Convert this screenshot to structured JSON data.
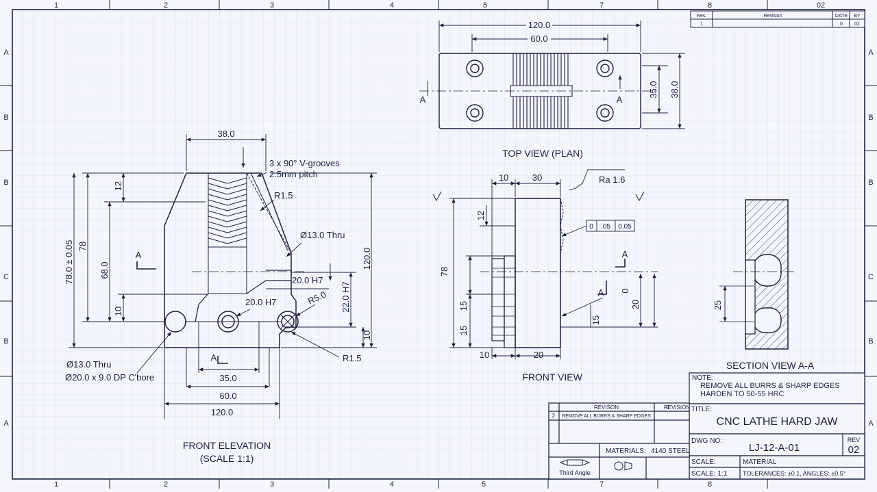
{
  "colors": {
    "paper": "#f4f6fb",
    "grid": "#c9d3e6",
    "ink": "#16213f",
    "hatch": "#3a4a70"
  },
  "border": {
    "top_numbers": [
      "1",
      "2",
      "3",
      "4",
      "5",
      "7",
      "8",
      "02"
    ],
    "bottom_numbers": [
      "1",
      "2",
      "3",
      "4",
      "5",
      "7",
      "8"
    ],
    "left_letters": [
      "A",
      "B",
      "B",
      "C",
      "B",
      "A"
    ],
    "right_letters": [
      "A",
      "B",
      "B",
      "C",
      "B",
      "A"
    ]
  },
  "revision_block_top": {
    "col1": "Res.",
    "col2": "Revision",
    "col3": "DATE",
    "col4": "BY",
    "row_num": "1",
    "row_val1": "0",
    "row_val2": "02"
  },
  "top_view": {
    "title": "TOP VIEW (PLAN)",
    "dim_overall": "120.0",
    "dim_grooves": "60.0",
    "dim_height_inner": "35.0",
    "dim_height_outer": "38.0",
    "section_label_left": "A",
    "section_label_right": "A"
  },
  "front_elevation": {
    "title": "FRONT ELEVATION",
    "scale": "(SCALE 1:1)",
    "dim_top_width": "38.0",
    "note_grooves_1": "3 x 90° V-grooves",
    "note_grooves_2": "2.5mm pitch",
    "radius_1": "R1.5",
    "hole_thru": "Ø13.0 Thru",
    "dim_left_total": "78.0 ± 0.05",
    "dim_left_78": "78",
    "dim_68": "68.0",
    "dim_12": "12",
    "dim_10": "10",
    "dim_right_120": "120.0",
    "fit_20_h7_right": "20.0 H7",
    "fit_22_h7": "22.0 H7",
    "dim_right_10": "10",
    "fit_20_h7_center": "20.0 H7",
    "radius_5": "R5.0",
    "radius_2": "R1.5",
    "cbore_1": "Ø13.0 Thru",
    "cbore_2": "Ø20.0 x 9.0 DP C'bore",
    "dim_35": "35.0",
    "dim_60": "60.0",
    "dim_120": "120.0",
    "section_label_1": "A",
    "section_label_2": "A"
  },
  "front_view": {
    "title": "FRONT VIEW",
    "dim_10_top": "10",
    "dim_30": "30",
    "roughness": "Ra 1.6",
    "fcf_sym": "0",
    "fcf_val1": ".05",
    "fcf_val2": "0.05",
    "dim_12": "12",
    "dim_78": "78",
    "dim_15a": "15",
    "dim_15b": "15",
    "dim_10_bottom": "10",
    "dim_20": "20",
    "dim_0": "0",
    "dim_20_right": "20",
    "dim_15_right": "15",
    "section_label_1": "A",
    "section_label_2": "A"
  },
  "section_view": {
    "title": "SECTION VIEW A-A",
    "dim_25": "25"
  },
  "notes": {
    "heading": "NOTE:",
    "line1": "REMOVE ALL BURRS & SHARP EDGES",
    "line2": "HARDEN TO 50-55 HRC"
  },
  "title_block": {
    "title_label": "TITLE:",
    "title": "CNC LATHE HARD JAW",
    "dwg_label": "DWG NO:",
    "dwg_no": "LJ-12-A-01",
    "rev_label": "REV",
    "rev": "02",
    "materials_label": "MATERIALS:",
    "materials_value": "4140 STEEL",
    "material_label": "MATERIAL",
    "scale_label_1": "SCALE:",
    "scale_label_2": "SCALE: 1:1",
    "tolerances": "TOLERANCES: ±0.1, ANGLES: ±0.5°",
    "rev_table_head_1": "REVISON",
    "rev_table_head_2": "1",
    "rev_table_head_3": "REVISION",
    "rev_table_row_num": "2",
    "rev_table_row_text": "REMOVE ALL BURRS & SHARP EDGES",
    "projection": "Third Angle"
  }
}
